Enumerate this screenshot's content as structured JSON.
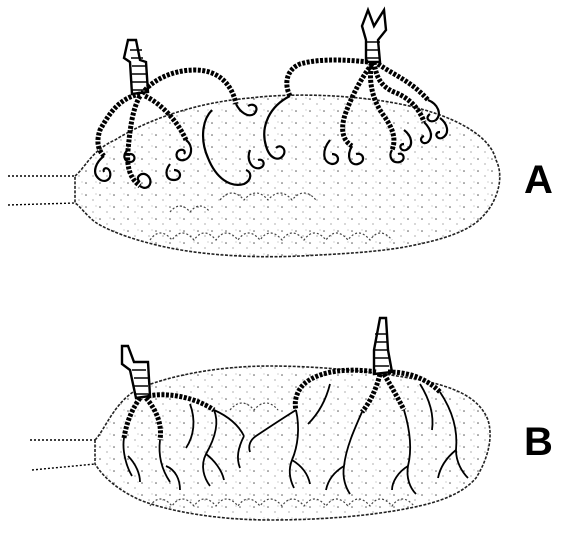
{
  "panels": [
    {
      "label": "A",
      "tracheole_style": "coiled"
    },
    {
      "label": "B",
      "tracheole_style": "branched"
    }
  ],
  "colors": {
    "ink": "#000000",
    "background": "#ffffff",
    "stipple": "#333333"
  }
}
